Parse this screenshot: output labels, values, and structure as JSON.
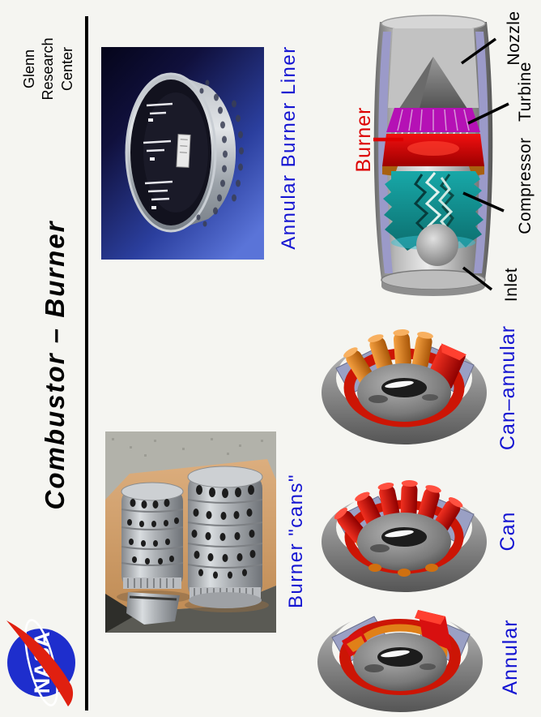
{
  "slide": {
    "org": {
      "lines": [
        "Glenn",
        "Research",
        "Center"
      ]
    },
    "title": "Combustor  –  Burner",
    "logo": {
      "icon": "nasa-meatball-icon",
      "text": "NASA"
    },
    "captions": {
      "liner": "Annular Burner Liner",
      "cans": "Burner \"cans\""
    },
    "engine_labels": {
      "nozzle": "Nozzle",
      "turbine": "Turbine",
      "compressor": "Compressor",
      "inlet": "Inlet",
      "burner": "Burner"
    },
    "combustor_types": [
      {
        "label": "Can–annular"
      },
      {
        "label": "Can"
      },
      {
        "label": "Annular"
      }
    ],
    "colors": {
      "caption_blue": "#1414d2",
      "label_red": "#dd0000",
      "divider_black": "#000000",
      "burner_red": "#dd1100",
      "compressor_teal": "#129a9a",
      "turbine_magenta": "#b511b5",
      "can_orange": "#e07818",
      "mount_lavender": "#9aa0c4"
    }
  }
}
